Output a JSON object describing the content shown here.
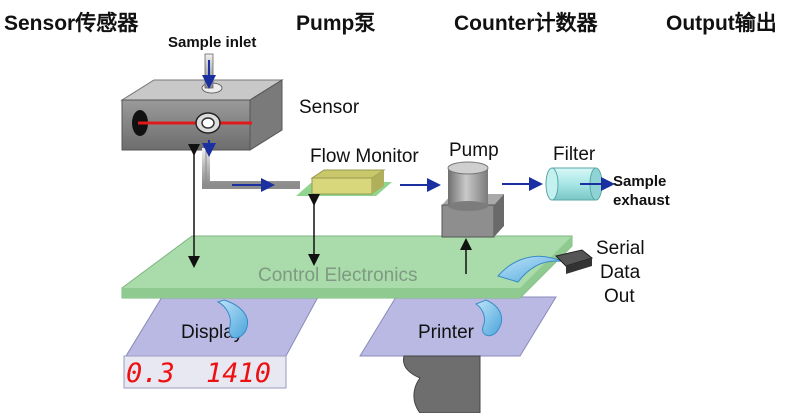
{
  "headers": {
    "sensor": "Sensor传感器",
    "pump": "Pump泵",
    "counter": "Counter计数器",
    "output": "Output输出"
  },
  "labels": {
    "sample_inlet": "Sample inlet",
    "sensor": "Sensor",
    "flow_monitor": "Flow Monitor",
    "pump": "Pump",
    "filter": "Filter",
    "sample_exhaust_1": "Sample",
    "sample_exhaust_2": "exhaust",
    "control_electronics": "Control Electronics",
    "serial_1": "Serial",
    "serial_2": "Data",
    "serial_3": "Out",
    "display": "Display",
    "printer": "Printer"
  },
  "display": {
    "left_value": "0.3",
    "right_value": "1410"
  },
  "colors": {
    "board": "#a9dcaa",
    "tray": "#b9b9e4",
    "flow_monitor": "#d8d77b",
    "filter": "#a8e6e6",
    "laser": "#e01a1a",
    "display_digits": "#e11111",
    "flow_arrow": "#1a2fa0"
  }
}
